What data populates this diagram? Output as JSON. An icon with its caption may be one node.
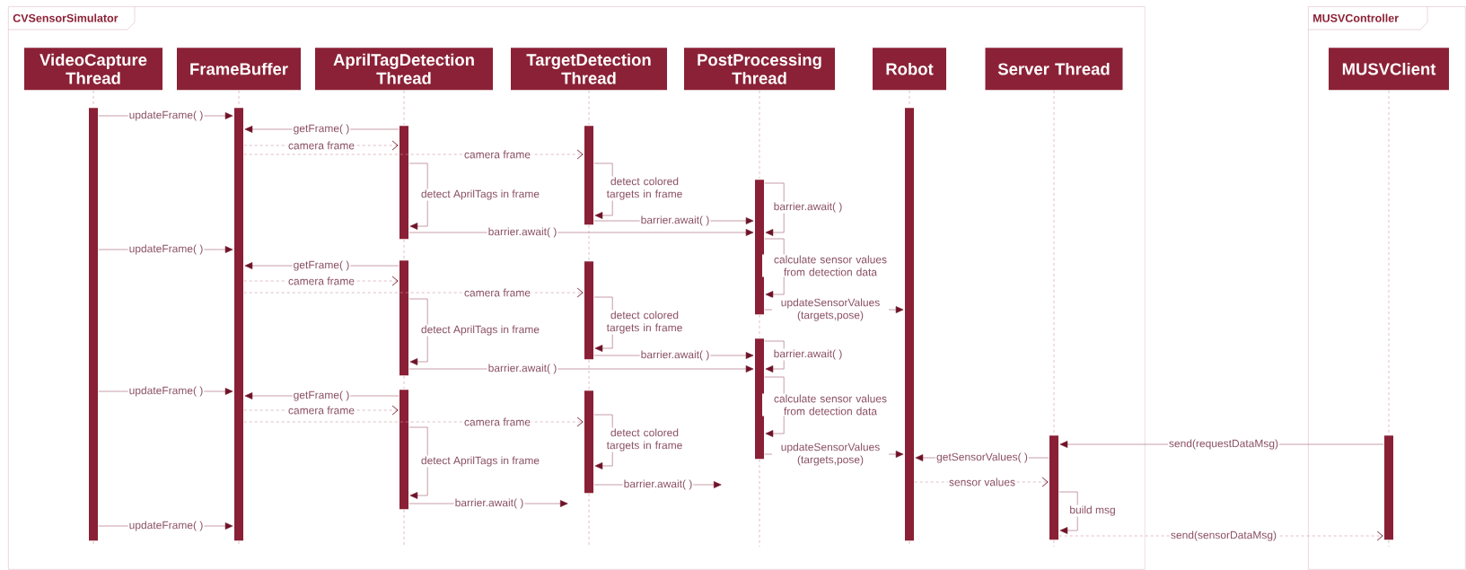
{
  "diagram": {
    "nodes": [
      {
        "text": [
          "CVSensorSimulator"
        ]
      },
      {
        "text": [
          "VideoCapture Thread"
        ],
        "in": 0
      },
      {
        "text": [
          "FrameBuffer"
        ],
        "in": 0
      },
      {
        "text": [
          "AprilTagDetection Thread"
        ],
        "in": 0
      },
      {
        "text": [
          "TargetDetection Thread"
        ],
        "in": 0
      },
      {
        "text": [
          "PostProcessing Thread"
        ],
        "in": 0
      },
      {
        "text": [
          "Robot"
        ],
        "in": 0
      },
      {
        "text": [
          "Server Thread"
        ],
        "in": 0
      },
      {
        "text": [
          "MUSVController"
        ]
      },
      {
        "text": [
          "MUSVClient"
        ],
        "in": 8
      },
      {
        "text": [],
        "shape": "bar",
        "in": 0
      },
      {
        "text": [],
        "shape": "bar",
        "in": 0
      },
      {
        "text": [],
        "shape": "bar",
        "in": 0
      },
      {
        "text": [],
        "shape": "bar",
        "in": 0
      },
      {
        "text": [],
        "shape": "bar",
        "in": 0
      },
      {
        "text": [],
        "shape": "bar",
        "in": 0
      },
      {
        "text": [],
        "shape": "bar",
        "in": 0
      },
      {
        "text": [],
        "shape": "bar",
        "in": 0
      },
      {
        "text": [],
        "shape": "bar",
        "in": 0
      },
      {
        "text": [],
        "shape": "bar",
        "in": 0
      },
      {
        "text": [],
        "shape": "bar",
        "in": 0
      },
      {
        "text": [],
        "shape": "bar",
        "in": 0
      },
      {
        "text": [],
        "shape": "bar",
        "in": 8
      }
    ],
    "edges": [
      {
        "from": 10,
        "to": 11,
        "arrow": "to",
        "label": "updateFrame( )"
      },
      {
        "from": 12,
        "to": 11,
        "arrow": "to",
        "label": "getFrame( )"
      },
      {
        "from": 11,
        "to": 12,
        "arrow": "to",
        "label": "camera frame",
        "style": "dashed"
      },
      {
        "from": 11,
        "to": 15,
        "arrow": "to",
        "label": "camera frame",
        "style": "dashed"
      },
      {
        "from": 12,
        "to": 12,
        "arrow": "to",
        "label": "detect AprilTags in frame"
      },
      {
        "from": 15,
        "to": 15,
        "arrow": "to",
        "label": "detect colored targets in frame"
      },
      {
        "from": 18,
        "to": 18,
        "arrow": "to",
        "label": "barrier.await( )"
      },
      {
        "from": 15,
        "to": 18,
        "arrow": "to",
        "label": "barrier.await( )"
      },
      {
        "from": 12,
        "to": 18,
        "arrow": "to",
        "label": "barrier.await( )"
      },
      {
        "from": 18,
        "to": 18,
        "arrow": "to",
        "label": "calculate sensor values from detection data"
      },
      {
        "from": 18,
        "to": 20,
        "arrow": "to",
        "label": "updateSensorValues (targets,pose)"
      },
      {
        "from": 10,
        "to": 11,
        "arrow": "to",
        "label": "updateFrame( )"
      },
      {
        "from": 13,
        "to": 11,
        "arrow": "to",
        "label": "getFrame( )"
      },
      {
        "from": 11,
        "to": 13,
        "arrow": "to",
        "label": "camera frame",
        "style": "dashed"
      },
      {
        "from": 11,
        "to": 16,
        "arrow": "to",
        "label": "camera frame",
        "style": "dashed"
      },
      {
        "from": 13,
        "to": 13,
        "arrow": "to",
        "label": "detect AprilTags in frame"
      },
      {
        "from": 16,
        "to": 16,
        "arrow": "to",
        "label": "detect colored targets in frame"
      },
      {
        "from": 19,
        "to": 19,
        "arrow": "to",
        "label": "barrier.await( )"
      },
      {
        "from": 16,
        "to": 19,
        "arrow": "to",
        "label": "barrier.await( )"
      },
      {
        "from": 13,
        "to": 19,
        "arrow": "to",
        "label": "barrier.await( )"
      },
      {
        "from": 19,
        "to": 19,
        "arrow": "to",
        "label": "calculate sensor values from detection data"
      },
      {
        "from": 19,
        "to": 20,
        "arrow": "to",
        "label": "updateSensorValues (targets,pose)"
      },
      {
        "from": 10,
        "to": 11,
        "arrow": "to",
        "label": "updateFrame( )"
      },
      {
        "from": 14,
        "to": 11,
        "arrow": "to",
        "label": "getFrame( )"
      },
      {
        "from": 11,
        "to": 14,
        "arrow": "to",
        "label": "camera frame",
        "style": "dashed"
      },
      {
        "from": 11,
        "to": 17,
        "arrow": "to",
        "label": "camera frame",
        "style": "dashed"
      },
      {
        "from": 14,
        "to": 14,
        "arrow": "to",
        "label": "detect AprilTags in frame"
      },
      {
        "from": 17,
        "to": 17,
        "arrow": "to",
        "label": "detect colored targets in frame"
      },
      {
        "from": 17,
        "to": null,
        "arrow": "to",
        "label": "barrier.await( )"
      },
      {
        "from": 14,
        "to": null,
        "arrow": "to",
        "label": "barrier.await( )"
      },
      {
        "from": 22,
        "to": 21,
        "arrow": "to",
        "label": "send(requestDataMsg)"
      },
      {
        "from": 21,
        "to": 20,
        "arrow": "to",
        "label": "getSensorValues( )"
      },
      {
        "from": 20,
        "to": 21,
        "arrow": "to",
        "label": "sensor values",
        "style": "dashed"
      },
      {
        "from": 21,
        "to": 21,
        "arrow": "to",
        "label": "build msg"
      },
      {
        "from": 21,
        "to": 22,
        "arrow": "to",
        "label": "send(sensorDataMsg)",
        "style": "dashed"
      },
      {
        "from": 10,
        "to": 11,
        "arrow": "to",
        "label": "updateFrame( )"
      },
      {
        "from": 1,
        "to": 10,
        "arrow": "none",
        "style": "dashed"
      },
      {
        "from": 2,
        "to": 11,
        "arrow": "none",
        "style": "dashed"
      },
      {
        "from": 3,
        "to": 12,
        "arrow": "none",
        "style": "dashed"
      },
      {
        "from": 12,
        "to": 13,
        "arrow": "none",
        "style": "dashed"
      },
      {
        "from": 13,
        "to": 14,
        "arrow": "none",
        "style": "dashed"
      },
      {
        "from": 4,
        "to": 15,
        "arrow": "none",
        "style": "dashed"
      },
      {
        "from": 15,
        "to": 16,
        "arrow": "none",
        "style": "dashed"
      },
      {
        "from": 16,
        "to": 17,
        "arrow": "none",
        "style": "dashed"
      },
      {
        "from": 5,
        "to": 18,
        "arrow": "none",
        "style": "dashed"
      },
      {
        "from": 18,
        "to": 19,
        "arrow": "none",
        "style": "dashed"
      },
      {
        "from": 6,
        "to": 20,
        "arrow": "none",
        "style": "dashed"
      },
      {
        "from": 7,
        "to": 21,
        "arrow": "none",
        "style": "dashed"
      },
      {
        "from": 9,
        "to": 22,
        "arrow": "none",
        "style": "dashed"
      },
      {
        "from": 10,
        "to": null,
        "arrow": "none",
        "style": "dashed"
      },
      {
        "from": 11,
        "to": null,
        "arrow": "none",
        "style": "dashed"
      },
      {
        "from": 14,
        "to": null,
        "arrow": "none",
        "style": "dashed"
      },
      {
        "from": 17,
        "to": null,
        "arrow": "none",
        "style": "dashed"
      },
      {
        "from": 19,
        "to": null,
        "arrow": "none",
        "style": "dashed"
      },
      {
        "from": 20,
        "to": null,
        "arrow": "none",
        "style": "dashed"
      },
      {
        "from": 21,
        "to": null,
        "arrow": "none",
        "style": "dashed"
      },
      {
        "from": 22,
        "to": null,
        "arrow": "none",
        "style": "dashed"
      }
    ]
  }
}
